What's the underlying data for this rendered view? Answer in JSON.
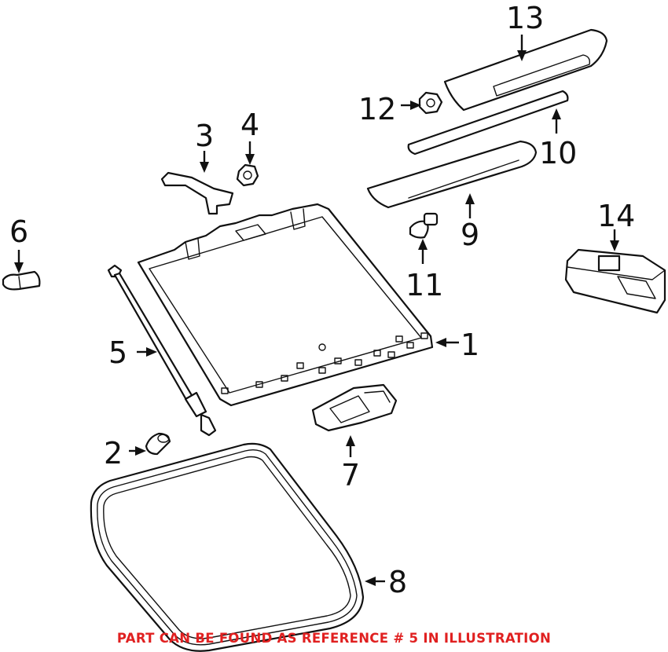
{
  "callouts": [
    "1",
    "2",
    "3",
    "4",
    "5",
    "6",
    "7",
    "8",
    "9",
    "10",
    "11",
    "12",
    "13",
    "14"
  ],
  "notice": "PART CAN BE FOUND AS REFERENCE # 5 IN ILLUSTRATION",
  "colors": {
    "notice": "#e02020",
    "lines": "#111111"
  }
}
